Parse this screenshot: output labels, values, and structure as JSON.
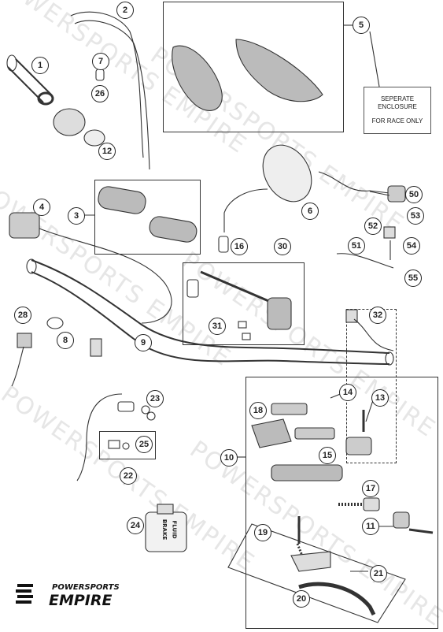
{
  "diagram": {
    "part_callouts": [
      "1",
      "2",
      "3",
      "4",
      "5",
      "6",
      "7",
      "8",
      "9",
      "10",
      "11",
      "12",
      "13",
      "14",
      "15",
      "16",
      "17",
      "18",
      "19",
      "20",
      "21",
      "22",
      "23",
      "24",
      "25",
      "26",
      "28",
      "30",
      "31",
      "32",
      "50",
      "51",
      "52",
      "53",
      "54",
      "55"
    ],
    "enclosure_note": {
      "line1": "SEPERATE",
      "line2": "ENCLOSURE",
      "line3": "FOR RACE ONLY"
    },
    "brake_fluid_label": {
      "line1": "BRAKE",
      "line2": "FLUID"
    },
    "watermark": "POWERSPORTS EMPIRE",
    "brand": {
      "top": "POWERSPORTS",
      "bottom": "EMPIRE"
    }
  }
}
